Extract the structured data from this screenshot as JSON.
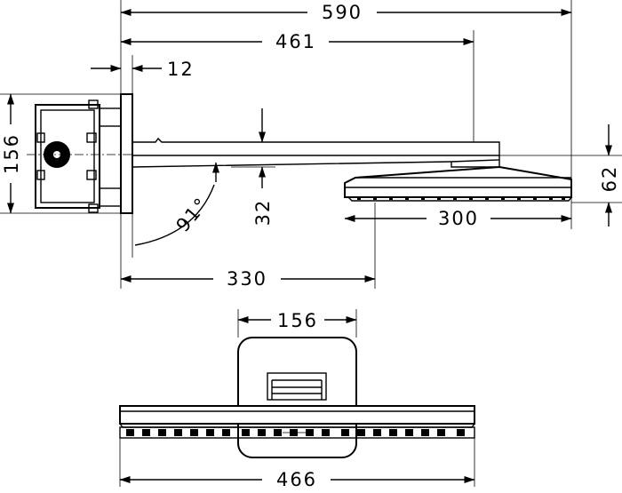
{
  "dimensions": {
    "total_length": "590",
    "arm_length": "461",
    "wall_plate": "12",
    "mount_height": "156",
    "arm_height": "32",
    "angle": "91°",
    "head_projection": "330",
    "head_width_side": "300",
    "head_height": "62",
    "plate_width": "156",
    "head_width_front": "466"
  }
}
